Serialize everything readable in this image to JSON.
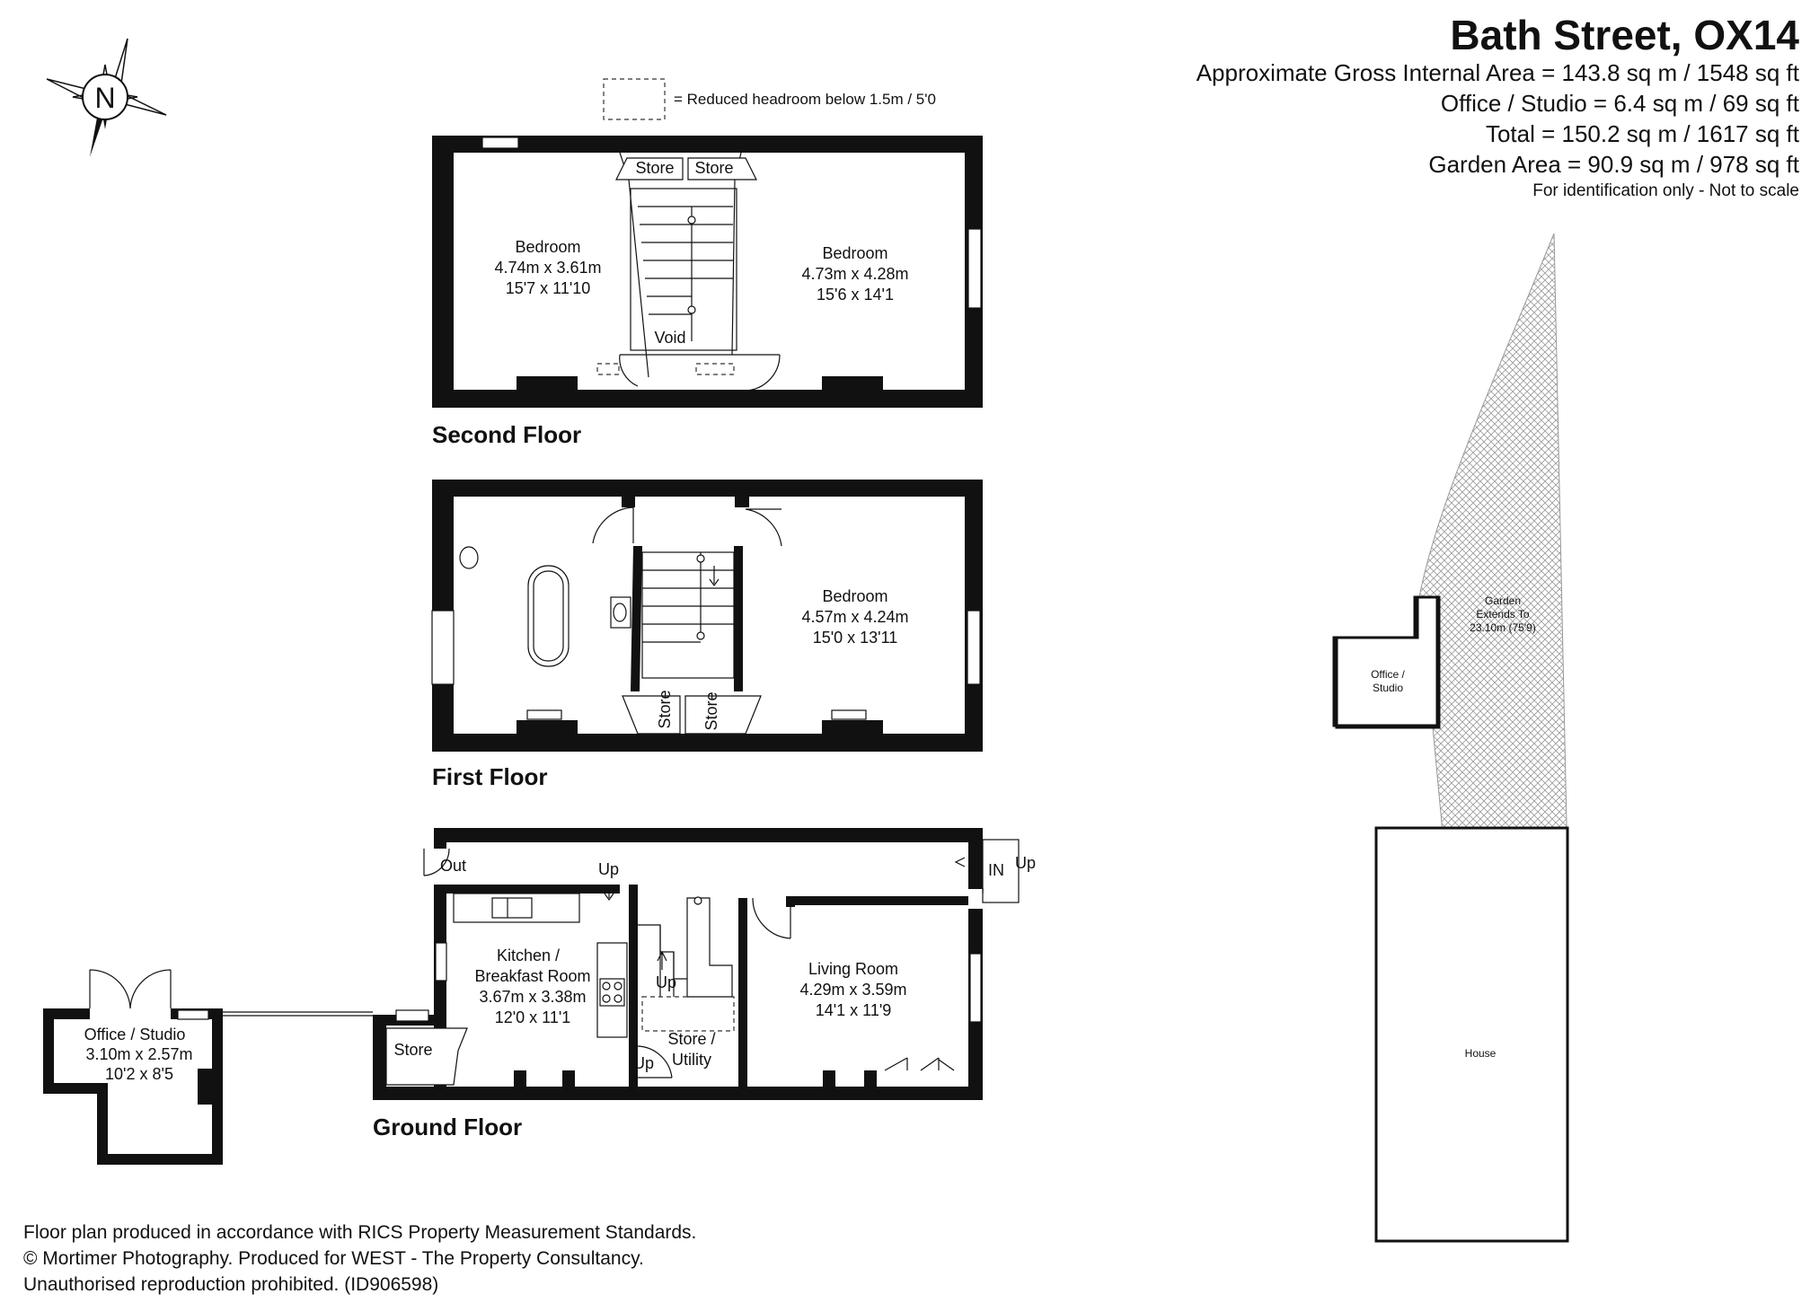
{
  "header": {
    "title": "Bath Street, OX14",
    "lines": [
      "Approximate Gross Internal Area = 143.8 sq m / 1548 sq ft",
      "Office / Studio = 6.4 sq m / 69 sq ft",
      "Total = 150.2 sq m / 1617 sq ft",
      "Garden Area = 90.9 sq m / 978 sq ft"
    ],
    "identification": "For identification only - Not to scale"
  },
  "compass": {
    "label": "N"
  },
  "legend": {
    "text": "= Reduced headroom below 1.5m / 5'0"
  },
  "second_floor": {
    "label": "Second Floor",
    "bedroom_left": {
      "name": "Bedroom",
      "metric": "4.74m x 3.61m",
      "imperial": "15'7 x 11'10"
    },
    "bedroom_right": {
      "name": "Bedroom",
      "metric": "4.73m x 4.28m",
      "imperial": "15'6 x 14'1"
    },
    "store_left": "Store",
    "store_right": "Store",
    "void": "Void"
  },
  "first_floor": {
    "label": "First Floor",
    "bedroom": {
      "name": "Bedroom",
      "metric": "4.57m x 4.24m",
      "imperial": "15'0 x 13'11"
    },
    "store_left": "Store",
    "store_right": "Store"
  },
  "ground_floor": {
    "label": "Ground Floor",
    "out": "Out",
    "in": "IN",
    "up_entrance": "Up",
    "up_kitchen": "Up",
    "up_stairs": "Up",
    "up_utility": "Up",
    "kitchen": {
      "name_1": "Kitchen /",
      "name_2": "Breakfast Room",
      "metric": "3.67m x 3.38m",
      "imperial": "12'0 x 11'1"
    },
    "living": {
      "name": "Living Room",
      "metric": "4.29m x 3.59m",
      "imperial": "14'1 x 11'9"
    },
    "utility": {
      "name_1": "Store /",
      "name_2": "Utility"
    },
    "store": "Store"
  },
  "office": {
    "name": "Office / Studio",
    "metric": "3.10m x 2.57m",
    "imperial": "10'2 x 8'5"
  },
  "site_plan": {
    "garden_1": "Garden",
    "garden_2": "Extends To",
    "garden_3": "23.10m (75'9)",
    "office_1": "Office /",
    "office_2": "Studio",
    "house": "House"
  },
  "footer": {
    "line1": "Floor plan produced in accordance with RICS Property Measurement Standards.",
    "line2": "© Mortimer Photography. Produced for WEST - The Property Consultancy.",
    "line3": "Unauthorised reproduction prohibited. (ID906598)"
  }
}
